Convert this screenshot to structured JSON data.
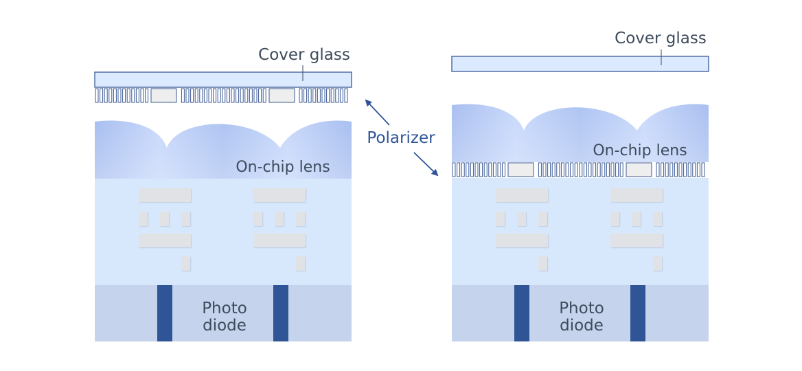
{
  "left_structure": {
    "cover_glass_label": "Cover glass",
    "lens_label": "On-chip lens",
    "photodiode_label_line1": "Photo",
    "photodiode_label_line2": "diode"
  },
  "right_structure": {
    "cover_glass_label": "Cover glass",
    "lens_label": "On-chip lens",
    "photodiode_label_line1": "Photo",
    "photodiode_label_line2": "diode"
  },
  "polarizer_label": "Polarizer",
  "colors": {
    "cover_glass_fill": "#dceaff",
    "outline": "#3a5a94",
    "lens_light": "#c9d8f8",
    "lens_dark": "#a8bfee",
    "layer_fill": "#d8e8fc",
    "wiring": "#e0e2e6",
    "photodiode_region": "#c5d4ec",
    "photodiode_wall": "#2f5597"
  }
}
